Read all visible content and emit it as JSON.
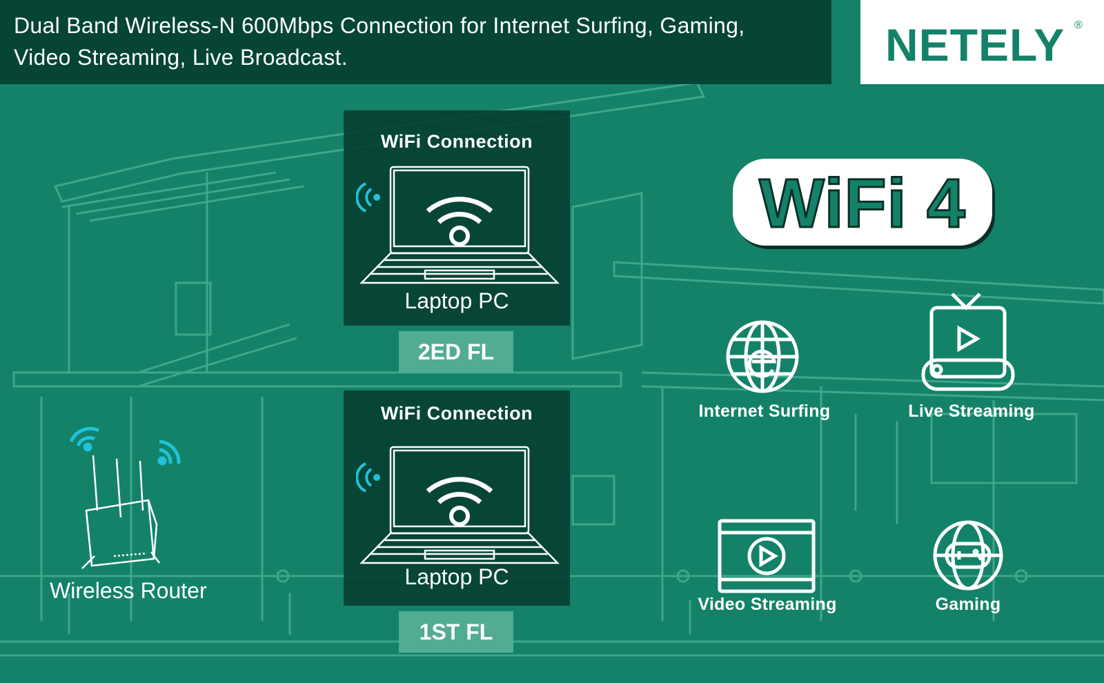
{
  "header": {
    "line1": "Dual Band Wireless-N 600Mbps Connection for Internet Surfing, Gaming,",
    "line2": "Video Streaming, Live Broadcast."
  },
  "brand": {
    "name": "NETELY",
    "mark": "®"
  },
  "floors": [
    {
      "title": "WiFi Connection",
      "device": "Laptop PC",
      "floor": "2ED FL"
    },
    {
      "title": "WiFi Connection",
      "device": "Laptop PC",
      "floor": "1ST FL"
    }
  ],
  "router": {
    "label": "Wireless Router"
  },
  "badge": {
    "text": "WiFi 4"
  },
  "features": [
    {
      "label": "Internet Surfing",
      "icon": "globe-e-icon"
    },
    {
      "label": "Live Streaming",
      "icon": "live-tv-icon"
    },
    {
      "label": "Video Streaming",
      "icon": "film-play-icon"
    },
    {
      "label": "Gaming",
      "icon": "gamepad-globe-icon"
    }
  ],
  "colors": {
    "background": "#138268",
    "header": "#064536",
    "accent_cyan": "#1fc2d8",
    "floor_tag": "#52ac93"
  }
}
